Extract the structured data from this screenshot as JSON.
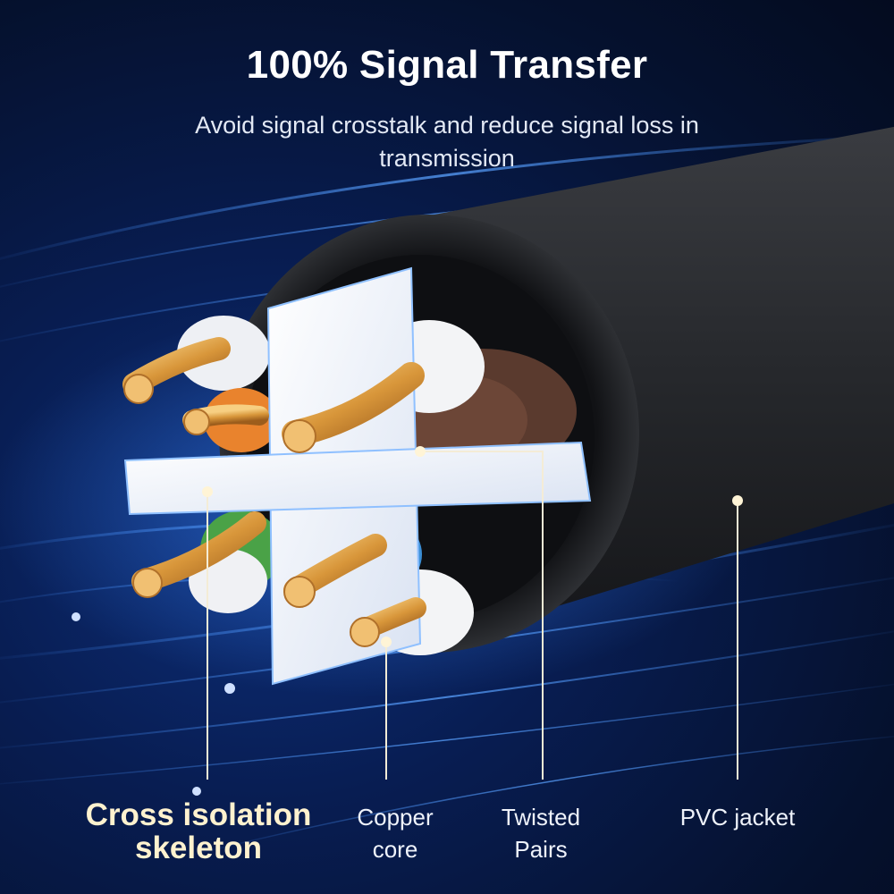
{
  "title": "100% Signal Transfer",
  "subtitle": "Avoid signal crosstalk and reduce signal loss in transmission",
  "labels": {
    "skeleton_line1": "Cross isolation",
    "skeleton_line2": "skeleton",
    "copper_line1": "Copper",
    "copper_line2": "core",
    "twisted_line1": "Twisted",
    "twisted_line2": "Pairs",
    "pvc": "PVC jacket"
  },
  "colors": {
    "background": "#06122e",
    "accent_label": "#fff2cf",
    "jacket": "#2a2c30",
    "copper": "#d99a3e",
    "skeleton": "#f2f5fb"
  }
}
